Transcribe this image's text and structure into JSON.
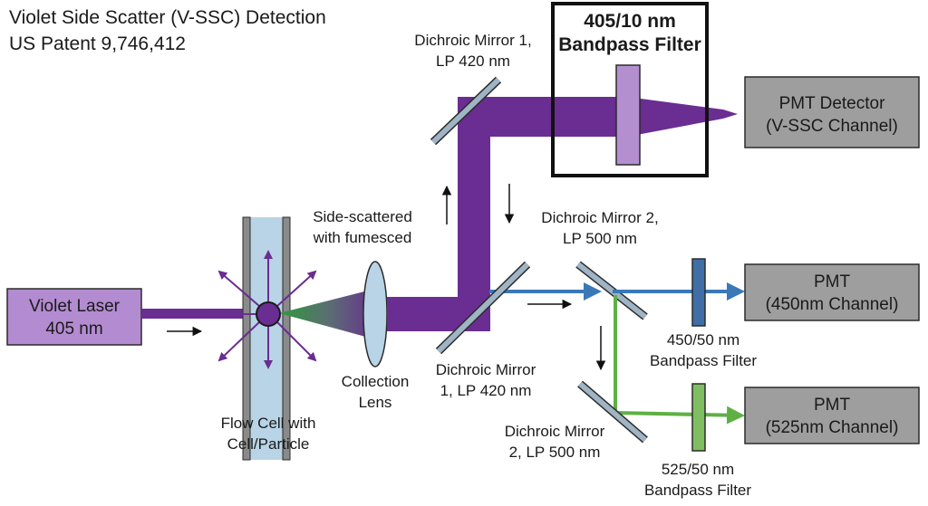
{
  "title": {
    "line1": "Violet Side Scatter (V-SSC) Detection",
    "line2": "US Patent 9,746,412"
  },
  "laser": {
    "line1": "Violet Laser",
    "line2": "405 nm"
  },
  "flow_cell": {
    "line1": "Flow Cell with",
    "line2": "Cell/Particle"
  },
  "collection_lens": {
    "line1": "Collection",
    "line2": "Lens"
  },
  "side_scatter": {
    "line1": "Side-scattered",
    "line2": "with fumesced"
  },
  "mirror1_top": {
    "line1": "Dichroic Mirror 1,",
    "line2": "LP 420 nm"
  },
  "mirror1_bottom": {
    "line1": "Dichroic Mirror",
    "line2": "1, LP 420 nm"
  },
  "mirror2_top": {
    "line1": "Dichroic Mirror 2,",
    "line2": "LP 500 nm"
  },
  "mirror2_bottom": {
    "line1": "Dichroic Mirror",
    "line2": "2, LP 500 nm"
  },
  "bandpass_405": {
    "line1": "405/10 nm",
    "line2": "Bandpass Filter"
  },
  "bandpass_450": {
    "line1": "450/50 nm",
    "line2": "Bandpass Filter"
  },
  "bandpass_525": {
    "line1": "525/50 nm",
    "line2": "Bandpass Filter"
  },
  "pmt_vssc": {
    "line1": "PMT Detector",
    "line2": "(V-SSC Channel)"
  },
  "pmt_450": {
    "line1": "PMT",
    "line2": "(450nm Channel)"
  },
  "pmt_525": {
    "line1": "PMT",
    "line2": "(525nm Channel)"
  },
  "colors": {
    "violet_beam": "#6a2d91",
    "laser_box": "#b38bd1",
    "filter_violet": "#b48fd0",
    "blue_beam": "#3a78b8",
    "green_beam": "#5fb044",
    "pmt_gray": "#9e9e9e",
    "flow_cell": "#b8d4e6"
  }
}
